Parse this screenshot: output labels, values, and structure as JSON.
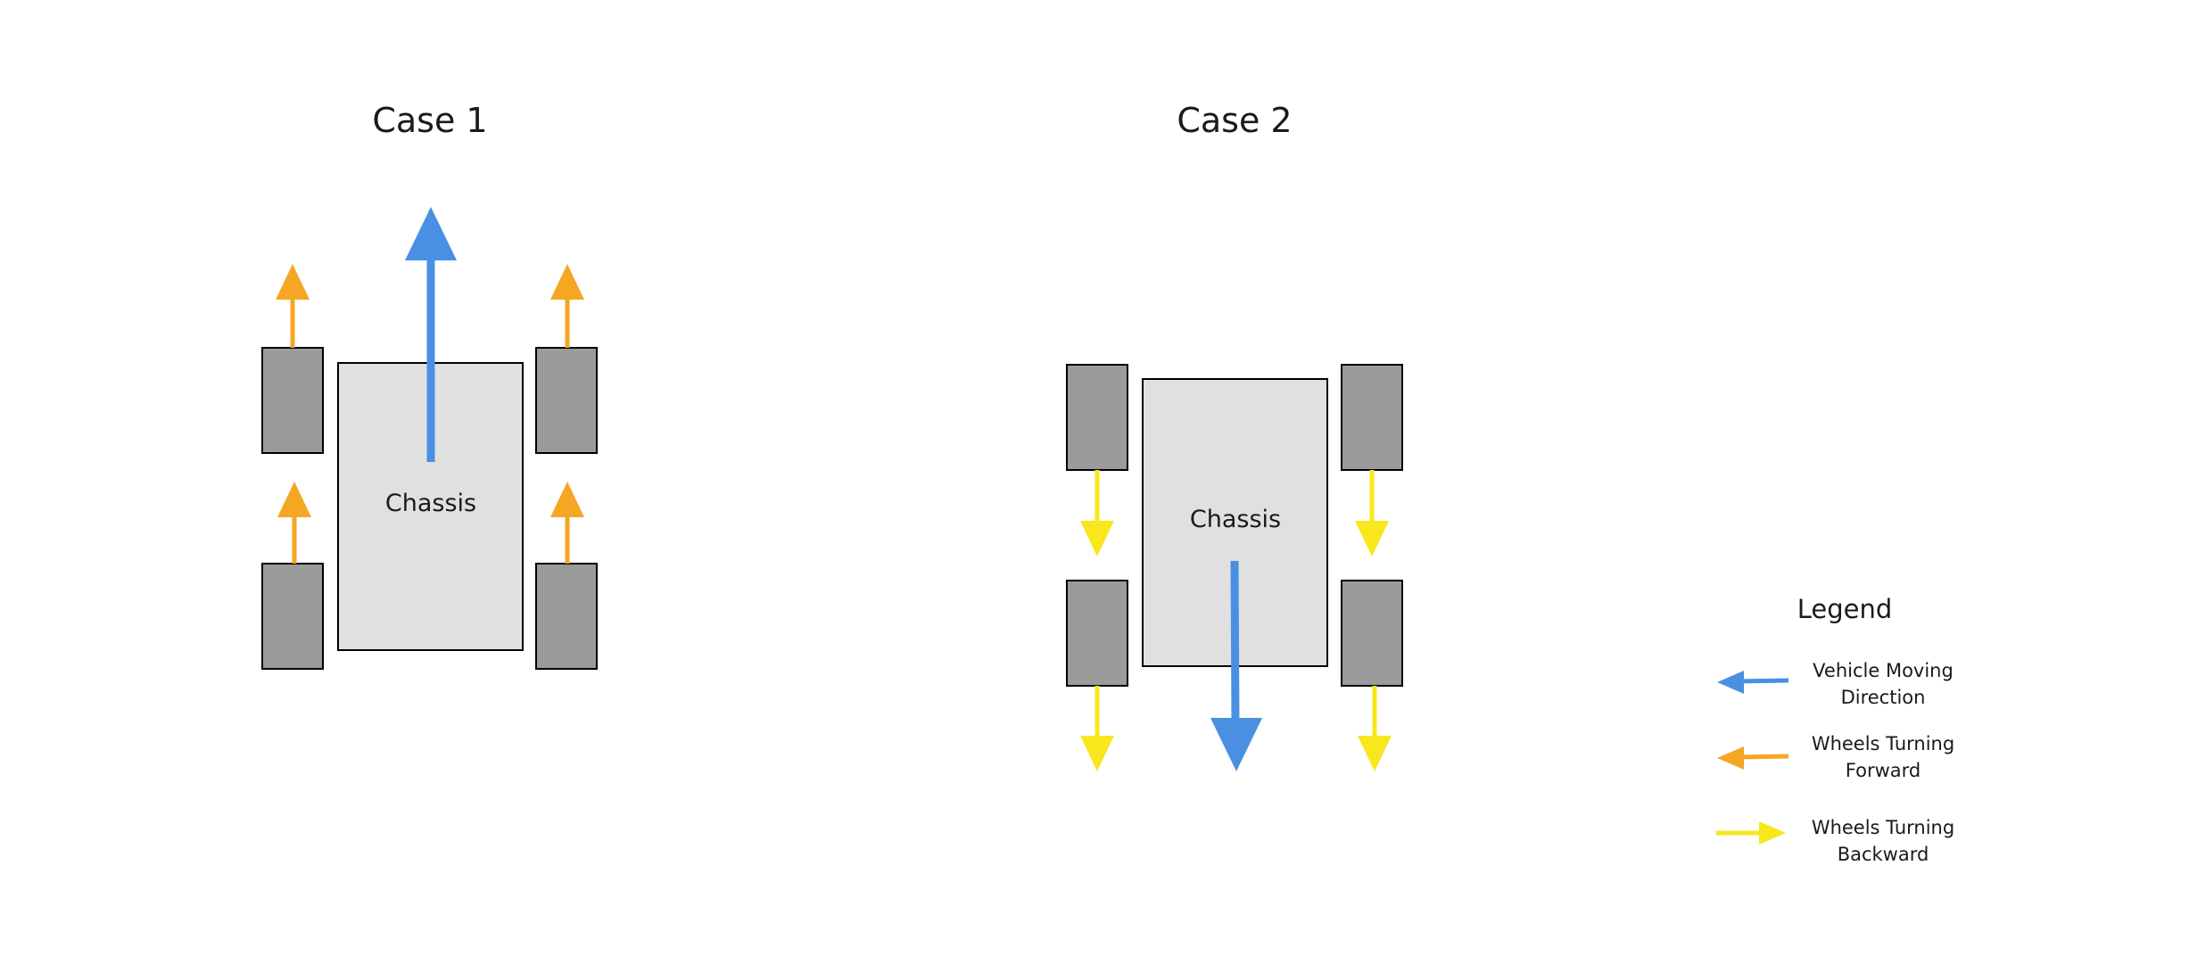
{
  "colors": {
    "vehicle_direction": "#4A90E2",
    "wheels_forward": "#F5A623",
    "wheels_backward": "#F8E71C",
    "wheel_fill": "#9B9B9B",
    "chassis_fill": "#E0E0E0",
    "outline": "#000000"
  },
  "case1": {
    "title": "Case 1",
    "chassis_label": "Chassis"
  },
  "case2": {
    "title": "Case 2",
    "chassis_label": "Chassis"
  },
  "legend": {
    "title": "Legend",
    "items": [
      {
        "line1": "Vehicle Moving",
        "line2": "Direction",
        "color_key": "vehicle_direction",
        "arrow": "left"
      },
      {
        "line1": "Wheels Turning",
        "line2": "Forward",
        "color_key": "wheels_forward",
        "arrow": "left"
      },
      {
        "line1": "Wheels Turning",
        "line2": "Backward",
        "color_key": "wheels_backward",
        "arrow": "right"
      }
    ]
  }
}
